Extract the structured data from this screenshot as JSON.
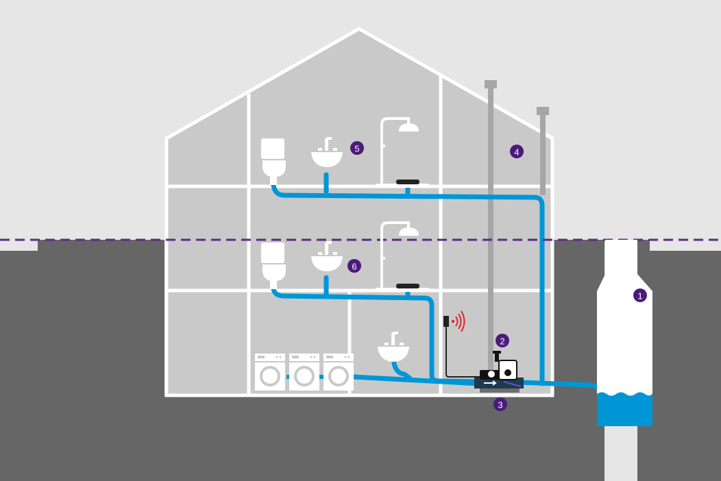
{
  "colors": {
    "sky": "#e6e6e6",
    "ground": "#666666",
    "house_fill": "#c9c9c9",
    "house_frame": "#ffffff",
    "water_pipe": "#0096d6",
    "vent_pipe": "#a6a6a6",
    "marker": "#4b1b7a",
    "level_line": "#5b2a8c",
    "alarm": "#e0242b",
    "tank_water": "#0096d6"
  },
  "markers": [
    {
      "id": "tank",
      "label": "1"
    },
    {
      "id": "pump-unit",
      "label": "2"
    },
    {
      "id": "discharge",
      "label": "3"
    },
    {
      "id": "vent",
      "label": "4"
    },
    {
      "id": "upper-floor",
      "label": "5"
    },
    {
      "id": "lower-floor",
      "label": "6"
    }
  ],
  "icons": [
    "toilet-icon",
    "sink-icon",
    "shower-icon",
    "washing-machine-icon",
    "alarm-icon",
    "pump-icon",
    "sewer-tank-icon"
  ]
}
